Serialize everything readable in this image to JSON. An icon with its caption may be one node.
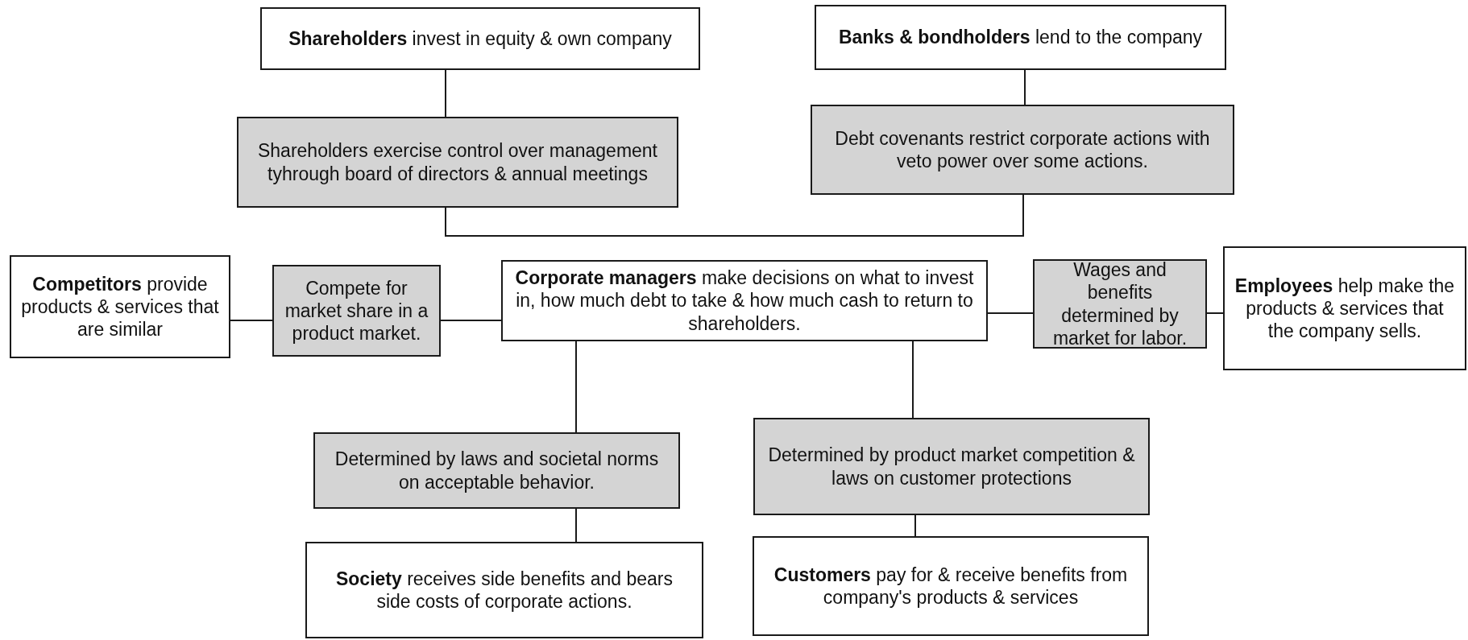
{
  "diagram": {
    "nodes": [
      {
        "text": [
          "**Shareholders** invest in equity & own company"
        ]
      },
      {
        "text": [
          "Shareholders exercise control over management tyhrough board of directors & annual meetings"
        ]
      },
      {
        "text": [
          "**Banks & bondholders** lend to the company"
        ]
      },
      {
        "text": [
          "Debt covenants restrict corporate actions with veto power over some actions."
        ]
      },
      {
        "text": [
          "**Competitors** provide products & services that are similar"
        ]
      },
      {
        "text": [
          "Compete for market share in a product market."
        ]
      },
      {
        "text": [
          "**Corporate managers** make decisions on what to invest in, how much debt to take & how much cash to return to shareholders."
        ]
      },
      {
        "text": [
          "Wages and benefits determined by market for labor."
        ]
      },
      {
        "text": [
          "**Employees** help make the products & services that the company sells."
        ]
      },
      {
        "text": [
          "Determined by laws and societal norms on acceptable behavior."
        ]
      },
      {
        "text": [
          "Determined by product market competition & laws on customer protections"
        ]
      },
      {
        "text": [
          "**Society** receives side benefits and bears side costs of corporate actions."
        ]
      },
      {
        "text": [
          "**Customers** pay for & receive benefits from  company's products & services"
        ]
      }
    ],
    "edges": [
      {
        "from": 0,
        "to": 1,
        "arrow": "none"
      },
      {
        "from": 2,
        "to": 3,
        "arrow": "none"
      },
      {
        "from": 1,
        "to": 3,
        "arrow": "none"
      },
      {
        "from": 4,
        "to": 5,
        "arrow": "none"
      },
      {
        "from": 5,
        "to": 6,
        "arrow": "none"
      },
      {
        "from": 6,
        "to": 7,
        "arrow": "none"
      },
      {
        "from": 7,
        "to": 8,
        "arrow": "none"
      },
      {
        "from": 6,
        "to": 9,
        "arrow": "none"
      },
      {
        "from": 6,
        "to": 10,
        "arrow": "none"
      },
      {
        "from": 9,
        "to": 11,
        "arrow": "none"
      },
      {
        "from": 10,
        "to": 12,
        "arrow": "none"
      }
    ]
  }
}
